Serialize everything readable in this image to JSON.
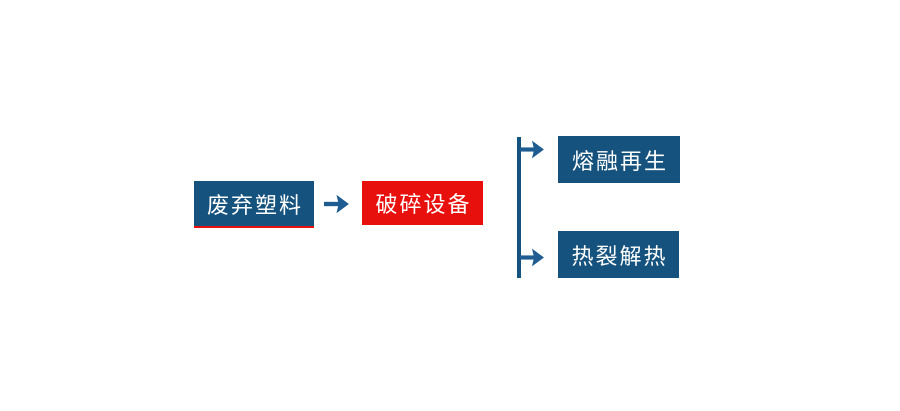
{
  "diagram": {
    "type": "flowchart",
    "background": "#FFFFFF",
    "nodes": {
      "waste": {
        "id": "waste-plastic",
        "label": "废弃塑料",
        "fill": "#16527E",
        "underline": "#E8100C"
      },
      "crusher": {
        "id": "crushing-equipment",
        "label": "破碎设备",
        "fill": "#E8100C"
      },
      "melt": {
        "id": "melt-regeneration",
        "label": "熔融再生",
        "fill": "#16527E"
      },
      "pyrolysis": {
        "id": "pyrolysis-heat",
        "label": "热裂解热",
        "fill": "#16527E"
      }
    },
    "connections": [
      {
        "from": "waste-plastic",
        "to": "crushing-equipment",
        "style": "arrow"
      },
      {
        "from": "crushing-equipment",
        "to": "melt-regeneration",
        "style": "branch-arrow"
      },
      {
        "from": "crushing-equipment",
        "to": "pyrolysis-heat",
        "style": "branch-arrow"
      }
    ],
    "colors": {
      "node_blue": "#16527E",
      "node_red": "#E8100C",
      "arrow_blue": "#1E5C92",
      "line_blue": "#15537F",
      "text_white": "#FFFFFF"
    }
  }
}
